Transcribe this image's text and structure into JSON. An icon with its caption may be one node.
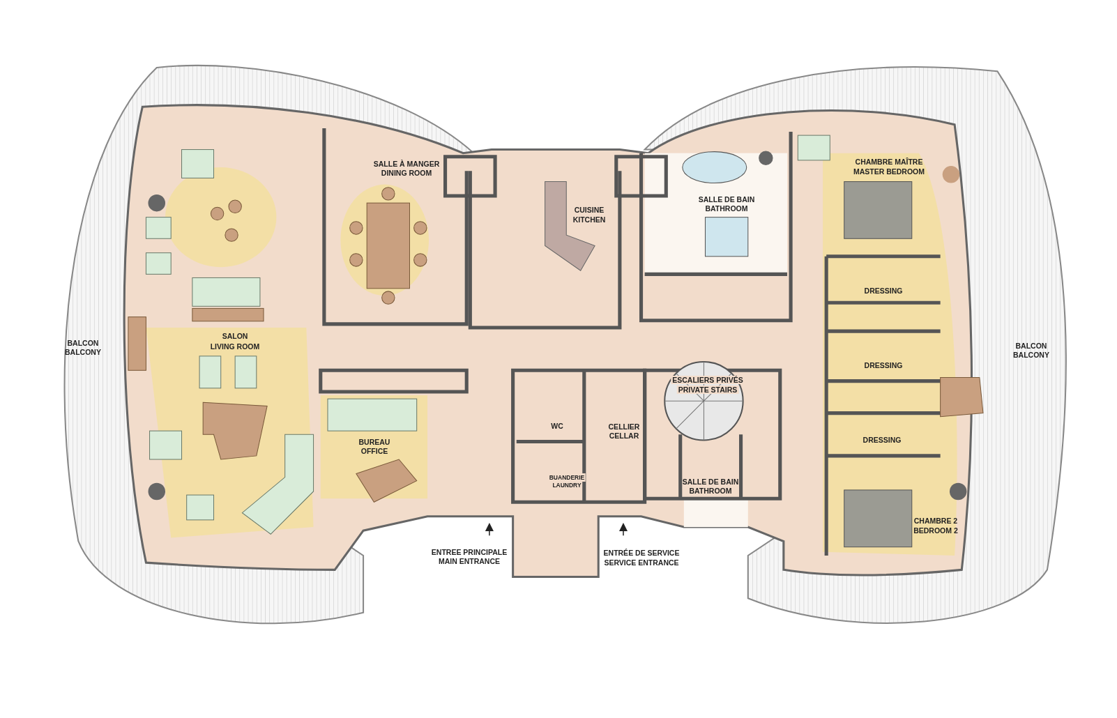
{
  "diagram": {
    "labels": [
      "SALLE À MANGER",
      "DINING ROOM",
      "CUISINE",
      "KITCHEN",
      "SALLE DE BAIN",
      "BATHROOM",
      "CHAMBRE MAÎTRE",
      "MASTER BEDROOM",
      "DRESSING",
      "BALCON",
      "BALCONY",
      "SALON",
      "LIVING ROOM",
      "BALCON",
      "BALCONY",
      "DRESSING",
      "ESCALIERS PRIVÉS",
      "PRIVATE STAIRS",
      "WC",
      "CELLIER",
      "CELLAR",
      "BUREAU",
      "OFFICE",
      "DRESSING",
      "SALLE DE BAIN",
      "BATHROOM",
      "BUANDERIE",
      "LAUNDRY",
      "CHAMBRE 2",
      "BEDROOM 2",
      "ENTREE PRINCIPALE",
      "MAIN ENTRANCE",
      "ENTRÉE DE SERVICE",
      "SERVICE ENTRANCE"
    ]
  }
}
